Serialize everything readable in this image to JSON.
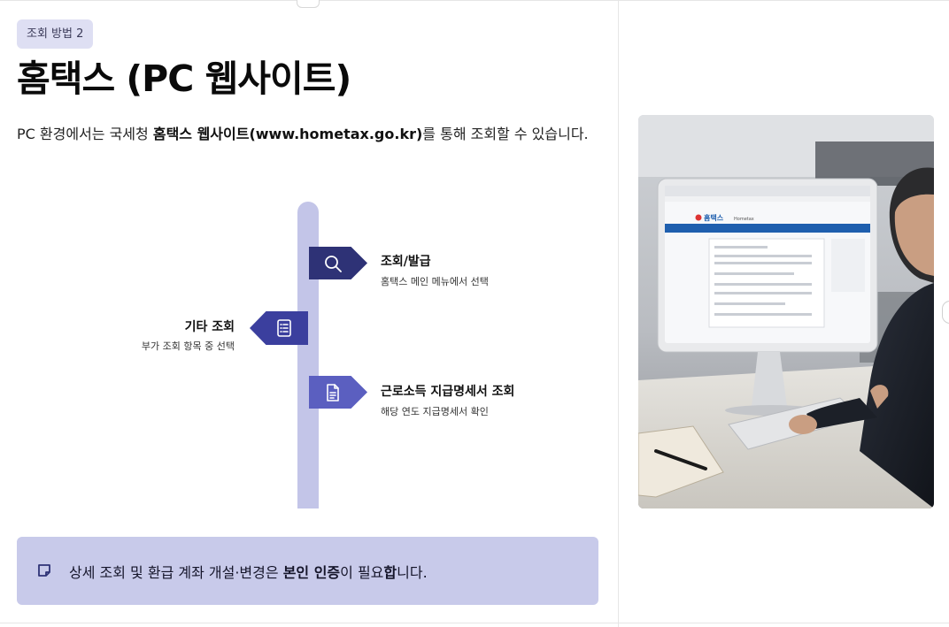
{
  "badge": "조회 방법 2",
  "title": "홈택스 (PC 웹사이트)",
  "intro": {
    "before": "PC 환경에서는 국세청 ",
    "bold": "홈택스 웹사이트(www.hometax.go.kr)",
    "after": "를 통해 조회할 수 있습니다."
  },
  "timeline": [
    {
      "title": "조회/발급",
      "desc": "홈택스 메인 메뉴에서 선택",
      "icon": "search-icon",
      "side": "right",
      "color": "#2e3276"
    },
    {
      "title": "기타 조회",
      "desc": "부가 조회 항목 중 선택",
      "icon": "list-icon",
      "side": "left",
      "color": "#3b3f9e"
    },
    {
      "title": "근로소득 지급명세서 조회",
      "desc": "해당 연도 지급명세서 확인",
      "icon": "document-icon",
      "side": "right",
      "color": "#5b5fc0"
    }
  ],
  "note": {
    "icon": "sticky-note-icon",
    "before": "상세 조회 및 환급 계좌 개설·변경은 ",
    "bold1": "본인 인증",
    "mid": "이 필요",
    "bold2": "합",
    "after": "니다."
  },
  "photo": {
    "screen_logo": "홈택스",
    "screen_logo_sub": "Hometax"
  },
  "colors": {
    "accent_dark": "#2e3276",
    "accent_mid": "#3b3f9e",
    "accent_light": "#5b5fc0",
    "pole": "#c3c5e8",
    "note_bg": "#c8caea",
    "badge_bg": "#dedff3"
  }
}
